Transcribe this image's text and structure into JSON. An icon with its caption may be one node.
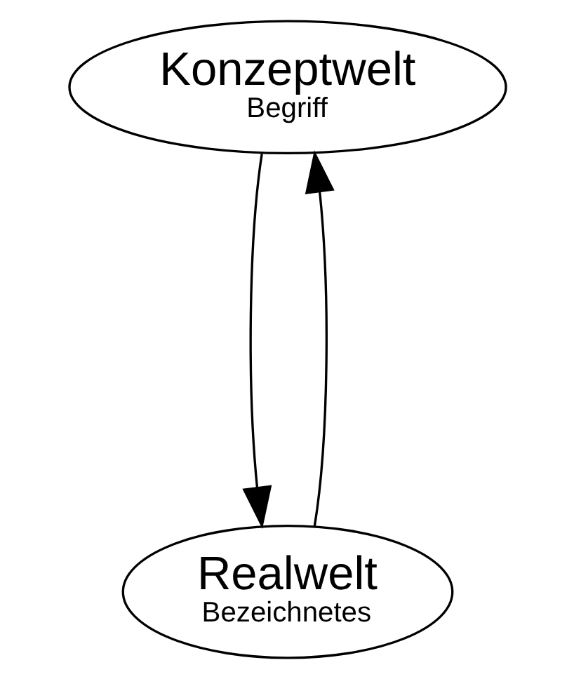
{
  "diagram": {
    "nodes": [
      {
        "text": [
          "Konzeptwelt",
          "Begriff"
        ]
      },
      {
        "text": [
          "Realwelt",
          "Bezeichnetes"
        ]
      }
    ],
    "edges": [
      {
        "from": 1,
        "to": 0,
        "arrow": "to"
      },
      {
        "from": 0,
        "to": 1,
        "arrow": "to"
      }
    ]
  }
}
